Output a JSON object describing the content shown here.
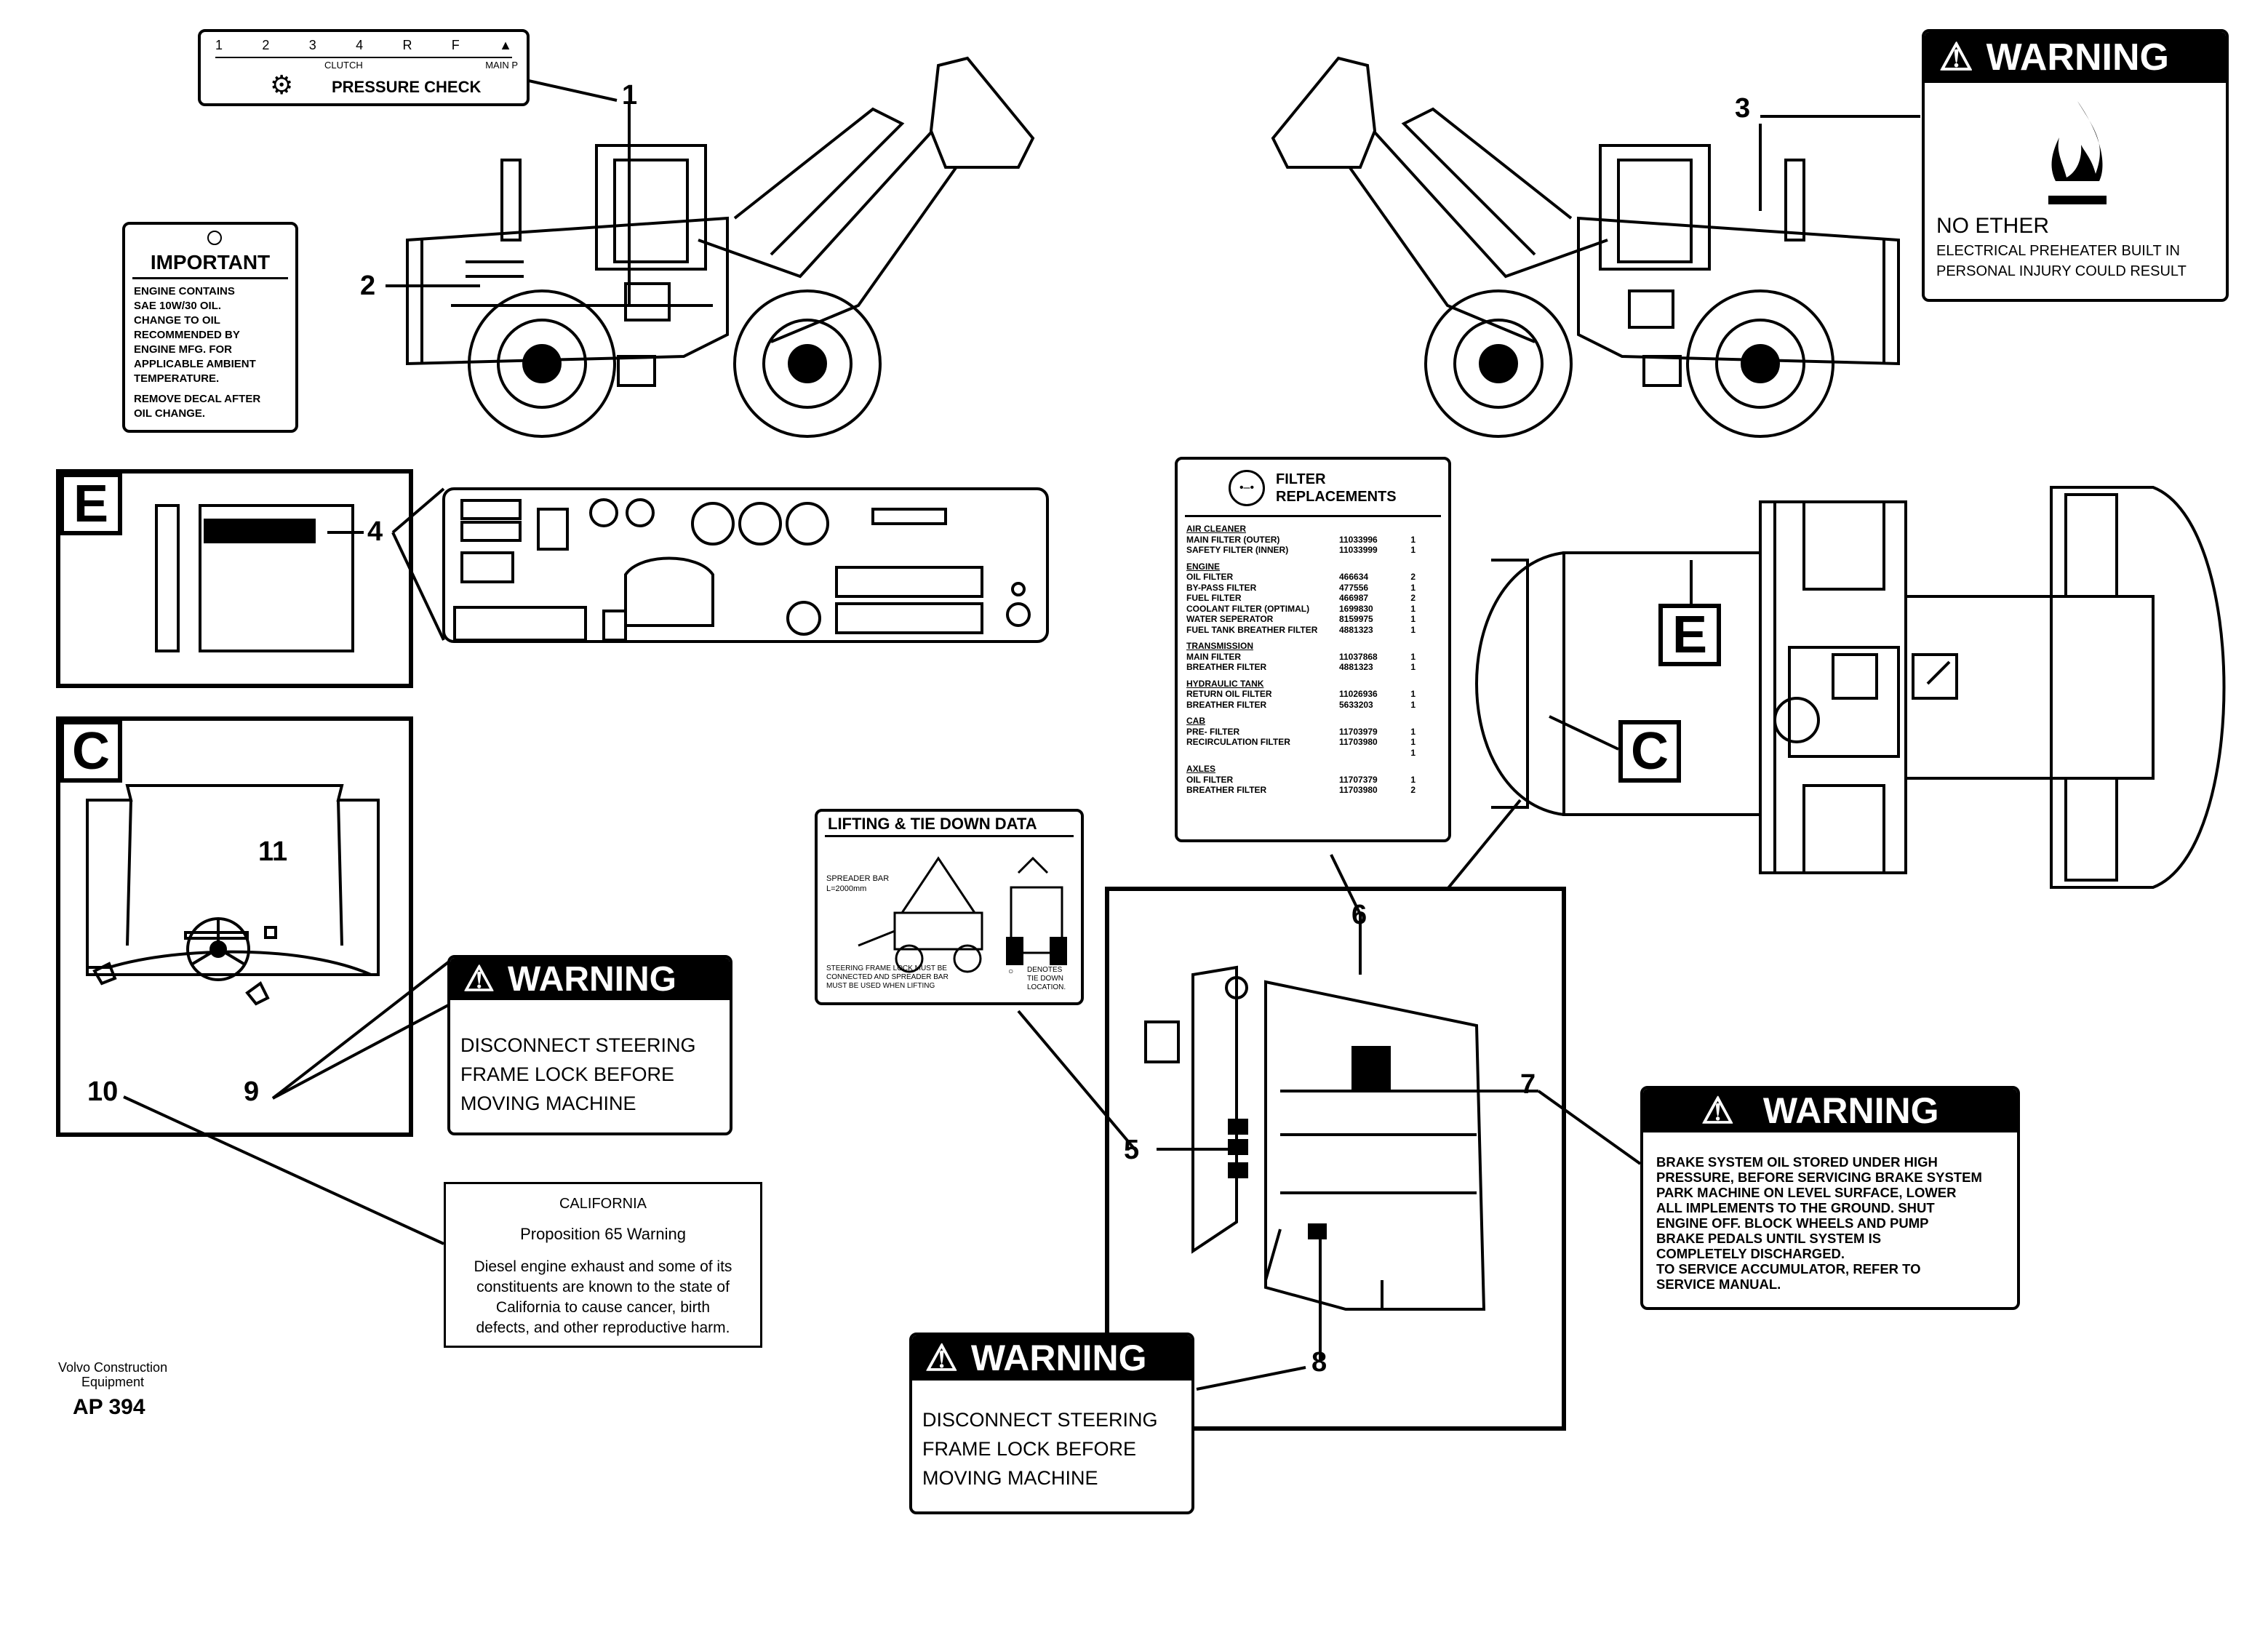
{
  "callouts": [
    "1",
    "2",
    "3",
    "4",
    "5",
    "6",
    "7",
    "8",
    "9",
    "10",
    "11"
  ],
  "detail_letters": {
    "e": "E",
    "c": "C"
  },
  "pressure_decal": {
    "scale": [
      "1",
      "2",
      "3",
      "4",
      "R",
      "F"
    ],
    "clutch": "CLUTCH",
    "main_p": "MAIN P",
    "title": "PRESSURE CHECK"
  },
  "important_decal": {
    "title": "IMPORTANT",
    "lines": [
      "ENGINE CONTAINS",
      "SAE 10W/30 OIL.",
      "CHANGE TO OIL",
      "RECOMMENDED BY",
      "ENGINE MFG. FOR",
      "APPLICABLE AMBIENT",
      "TEMPERATURE.",
      "REMOVE DECAL AFTER",
      "OIL CHANGE."
    ]
  },
  "ether_warning": {
    "header": "WARNING",
    "title": "NO ETHER",
    "lines": [
      "ELECTRICAL PREHEATER BUILT IN",
      "PERSONAL INJURY COULD RESULT"
    ]
  },
  "filter_decal": {
    "title1": "FILTER",
    "title2": "REPLACEMENTS",
    "sections": [
      {
        "name": "AIR CLEANER",
        "rows": [
          [
            "MAIN FILTER (OUTER)",
            "11033996",
            "1"
          ],
          [
            "SAFETY FILTER (INNER)",
            "11033999",
            "1"
          ]
        ]
      },
      {
        "name": "ENGINE",
        "rows": [
          [
            "OIL FILTER",
            "466634",
            "2"
          ],
          [
            "BY-PASS FILTER",
            "477556",
            "1"
          ],
          [
            "FUEL FILTER",
            "466987",
            "2"
          ],
          [
            "COOLANT FILTER (OPTIMAL)",
            "1699830",
            "1"
          ],
          [
            "WATER SEPERATOR",
            "8159975",
            "1"
          ],
          [
            "FUEL TANK BREATHER FILTER",
            "4881323",
            "1"
          ]
        ]
      },
      {
        "name": "TRANSMISSION",
        "rows": [
          [
            "MAIN FILTER",
            "11037868",
            "1"
          ],
          [
            "BREATHER FILTER",
            "4881323",
            "1"
          ]
        ]
      },
      {
        "name": "HYDRAULIC TANK",
        "rows": [
          [
            "RETURN OIL FILTER",
            "11026936",
            "1"
          ],
          [
            "BREATHER FILTER",
            "5633203",
            "1"
          ]
        ]
      },
      {
        "name": "CAB",
        "rows": [
          [
            "PRE- FILTER",
            "11703979",
            "1"
          ],
          [
            "RECIRCULATION FILTER",
            "11703980",
            "1"
          ],
          [
            "",
            "",
            "1"
          ]
        ]
      },
      {
        "name": "AXLES",
        "rows": [
          [
            "OIL FILTER",
            "11707379",
            "1"
          ],
          [
            "BREATHER FILTER",
            "11703980",
            "2"
          ]
        ]
      }
    ]
  },
  "lifting_decal": {
    "title": "LIFTING & TIE DOWN DATA",
    "spreader1": "SPREADER BAR",
    "spreader2": "L=2000mm",
    "note": [
      "STEERING FRAME LOCK MUST BE",
      "CONNECTED AND SPREADER BAR",
      "MUST BE USED WHEN LIFTING"
    ],
    "legend": [
      "DENOTES",
      "TIE DOWN",
      "LOCATION."
    ]
  },
  "steering_warning_c": {
    "header": "WARNING",
    "lines": [
      "DISCONNECT STEERING",
      "FRAME LOCK BEFORE",
      "MOVING MACHINE"
    ]
  },
  "steering_warning_8": {
    "header": "WARNING",
    "lines": [
      "DISCONNECT STEERING",
      "FRAME LOCK BEFORE",
      "MOVING MACHINE"
    ]
  },
  "brake_warning": {
    "header": "WARNING",
    "lines": [
      "BRAKE SYSTEM OIL STORED UNDER HIGH",
      "PRESSURE, BEFORE SERVICING BRAKE SYSTEM",
      "PARK MACHINE ON LEVEL SURFACE, LOWER",
      "ALL IMPLEMENTS TO THE GROUND. SHUT",
      "ENGINE OFF. BLOCK WHEELS AND PUMP",
      "BRAKE PEDALS UNTIL SYSTEM IS",
      "COMPLETELY DISCHARGED.",
      "TO SERVICE ACCUMULATOR, REFER TO",
      "SERVICE MANUAL."
    ]
  },
  "california": {
    "title": "CALIFORNIA",
    "subtitle": "Proposition 65 Warning",
    "lines": [
      "Diesel engine exhaust and some of its",
      "constituents are known to the state of",
      "California to cause cancer, birth",
      "defects, and other reproductive harm."
    ]
  },
  "footer": {
    "brand1": "Volvo Construction",
    "brand2": "Equipment",
    "code": "AP 394"
  }
}
